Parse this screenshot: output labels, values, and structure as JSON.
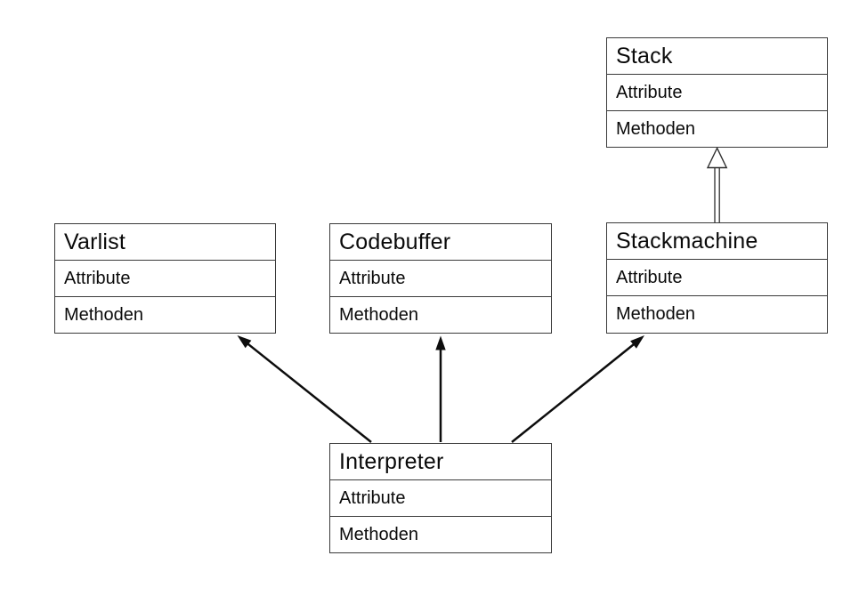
{
  "diagram": {
    "kind": "uml-class-diagram",
    "classes": [
      {
        "title": "Stack",
        "sections": [
          "Attribute",
          "Methoden"
        ]
      },
      {
        "title": "Varlist",
        "sections": [
          "Attribute",
          "Methoden"
        ]
      },
      {
        "title": "Codebuffer",
        "sections": [
          "Attribute",
          "Methoden"
        ]
      },
      {
        "title": "Stackmachine",
        "sections": [
          "Attribute",
          "Methoden"
        ]
      },
      {
        "title": "Interpreter",
        "sections": [
          "Attribute",
          "Methoden"
        ]
      }
    ],
    "relationships": [
      {
        "from": "Stackmachine",
        "to": "Stack",
        "style": "hollow-triangle-double-shaft"
      },
      {
        "from": "Interpreter",
        "to": "Varlist",
        "style": "solid-filled-arrow"
      },
      {
        "from": "Interpreter",
        "to": "Codebuffer",
        "style": "solid-filled-arrow"
      },
      {
        "from": "Interpreter",
        "to": "Stackmachine",
        "style": "solid-filled-arrow"
      }
    ],
    "colors": {
      "background": "#ffffff",
      "box_fill": "#ffffff",
      "box_border": "#3a3a3a",
      "text": "#0a0a0a",
      "arrow": "#0d0d0d"
    }
  }
}
